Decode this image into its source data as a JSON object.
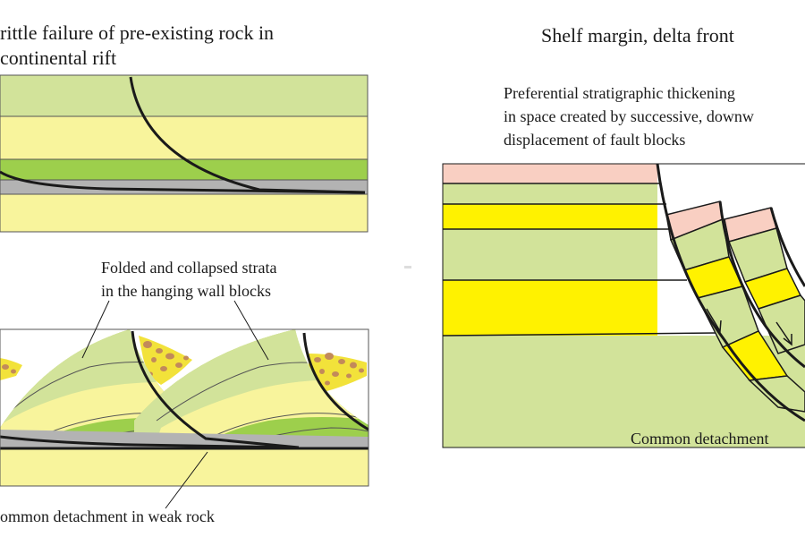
{
  "panels": {
    "top_left": {
      "title_line1": "rittle failure of pre-existing rock in",
      "title_line2": "continental rift"
    },
    "bottom_left": {
      "annotation_line1": "Folded and collapsed strata",
      "annotation_line2": "in the hanging wall blocks",
      "detachment_label": "ommon detachment in weak rock"
    },
    "right": {
      "title": "Shelf margin, delta front",
      "annotation_line1": "Preferential stratigraphic thickening",
      "annotation_line2": "in space created by successive, downw",
      "annotation_line3": "displacement of fault blocks",
      "detachment_label": "Common detachment"
    }
  },
  "colors": {
    "light_green": "#d2e39a",
    "pale_yellow": "#f8f49c",
    "mid_green": "#9dcf4c",
    "gray": "#b3b3b3",
    "bright_yellow": "#fff200",
    "pink": "#f9cfc2",
    "breccia_fill": "#f2e23a",
    "clast": "#c28a5a",
    "line": "#1a1a1a"
  }
}
